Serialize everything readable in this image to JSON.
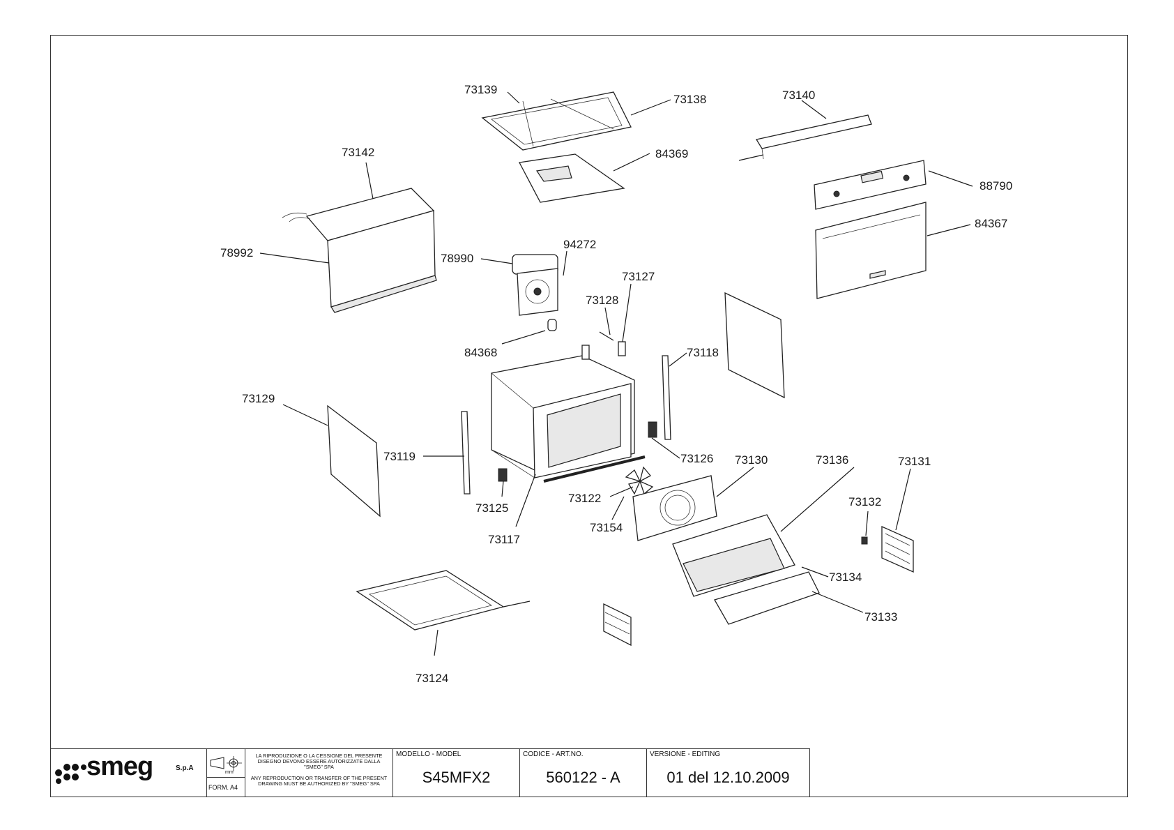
{
  "labels": [
    "73139",
    "73138",
    "73140",
    "73142",
    "84369",
    "88790",
    "84367",
    "78992",
    "78990",
    "94272",
    "73127",
    "73128",
    "84368",
    "73118",
    "73129",
    "73119",
    "73126",
    "73130",
    "73136",
    "73131",
    "73122",
    "73125",
    "73132",
    "73154",
    "73117",
    "73134",
    "73133",
    "73124"
  ],
  "title_block": {
    "brand": "smeg",
    "brand_suffix": "S.p.A",
    "unit": "mm",
    "format": "FORM. A4",
    "notice_it": "LA RIPRODUZIONE O LA CESSIONE DEL PRESENTE DISEGNO DEVONO ESSERE AUTORIZZATE DALLA \"SMEG\" SPA",
    "notice_en": "ANY REPRODUCTION OR TRANSFER OF THE PRESENT DRAWING MUST BE AUTHORIZED BY \"SMEG\" SPA",
    "model_caption": "MODELLO - MODEL",
    "model": "S45MFX2",
    "code_caption": "CODICE - ART.NO.",
    "code": "560122 - A",
    "version_caption": "VERSIONE - EDITING",
    "version": "01 del 12.10.2009"
  }
}
